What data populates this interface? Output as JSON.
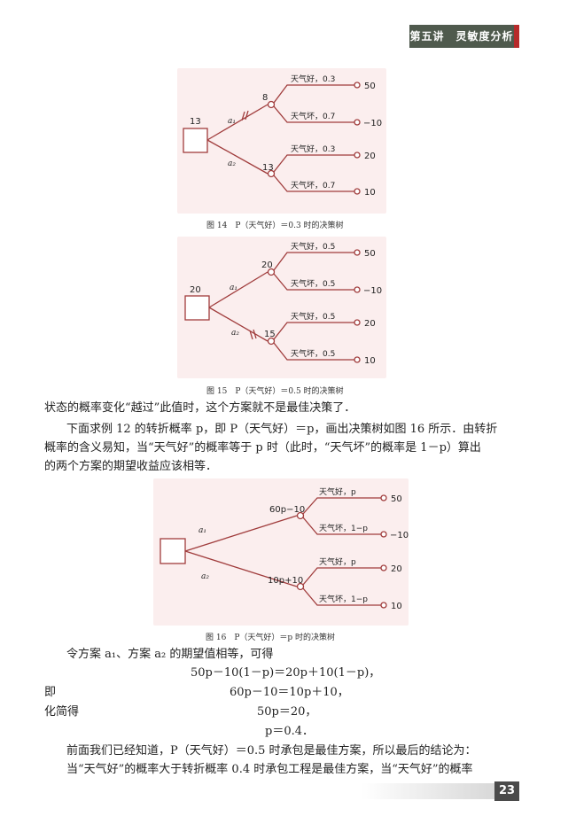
{
  "header": {
    "title": "第五讲　灵敏度分析"
  },
  "fig14": {
    "root_value": "13",
    "node1_value": "8",
    "node2_value": "13",
    "action1": "a₁",
    "action2": "a₂",
    "branches": [
      {
        "label": "天气好，0.3",
        "payoff": "50"
      },
      {
        "label": "天气坏，0.7",
        "payoff": "−10"
      },
      {
        "label": "天气好，0.3",
        "payoff": "20"
      },
      {
        "label": "天气坏，0.7",
        "payoff": "10"
      }
    ],
    "caption": "图 14　P（天气好）＝0.3 时的决策树"
  },
  "fig15": {
    "root_value": "20",
    "node1_value": "20",
    "node2_value": "15",
    "action1": "a₁",
    "action2": "a₂",
    "branches": [
      {
        "label": "天气好，0.5",
        "payoff": "50"
      },
      {
        "label": "天气坏，0.5",
        "payoff": "−10"
      },
      {
        "label": "天气好，0.5",
        "payoff": "20"
      },
      {
        "label": "天气坏，0.5",
        "payoff": "10"
      }
    ],
    "caption": "图 15　P（天气好）＝0.5 时的决策树"
  },
  "fig16": {
    "node1_value": "60p−10",
    "node2_value": "10p+10",
    "action1": "a₁",
    "action2": "a₂",
    "branches": [
      {
        "label": "天气好，p",
        "payoff": "50"
      },
      {
        "label": "天气坏，1−p",
        "payoff": "−10"
      },
      {
        "label": "天气好，p",
        "payoff": "20"
      },
      {
        "label": "天气坏，1−p",
        "payoff": "10"
      }
    ],
    "caption": "图 16　P（天气好）＝p 时的决策树"
  },
  "text": {
    "p1": "状态的概率变化“越过”此值时，这个方案就不是最佳决策了．",
    "p2_l1": "下面求例 12 的转折概率 p，即 P（天气好）＝p，画出决策树如图 16 所示．由转折",
    "p2_l2": "概率的含义易知，当“天气好”的概率等于 p 时（此时，“天气坏”的概率是 1－p）算出",
    "p2_l3": "的两个方案的期望收益应该相等．",
    "p3": "令方案 a₁、方案 a₂ 的期望值相等，可得",
    "eq1": "50p－10(1－p)＝20p＋10(1－p)，",
    "ji": "即",
    "eq2": "60p－10＝10p＋10，",
    "simplify": "化简得",
    "eq3": "50p＝20，",
    "eq4": "p＝0.4．",
    "p4": "前面我们已经知道，P（天气好）＝0.5 时承包是最佳方案，所以最后的结论为：",
    "p5": "当“天气好”的概率大于转折概率 0.4 时承包工程是最佳方案，当“天气好”的概率"
  },
  "footer": {
    "page_number": "23"
  },
  "colors": {
    "line": "#a03c3c",
    "box": "#fbeeee",
    "header": "#4f5a4d",
    "accent": "#b72a2a"
  }
}
